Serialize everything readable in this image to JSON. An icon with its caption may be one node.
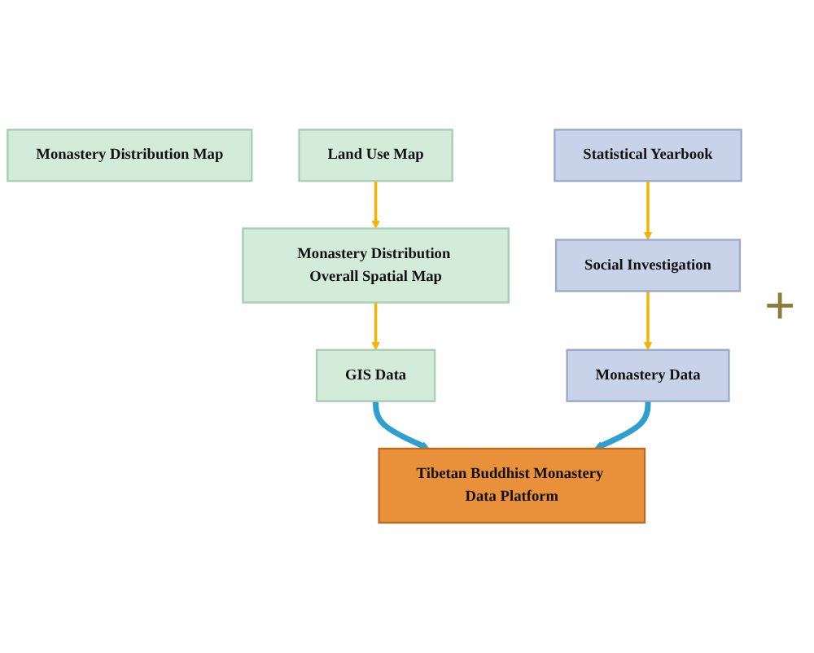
{
  "diagram": {
    "nodes": [
      {
        "text": [
          "Monastery Distribution Map"
        ]
      },
      {
        "text": [
          "Land Use Map"
        ]
      },
      {
        "text": [
          "Statistical Yearbook"
        ]
      },
      {
        "text": [
          "Monastery Distribution Overall Spatial Map"
        ]
      },
      {
        "text": [
          "Social Investigation"
        ]
      },
      {
        "text": [
          "GIS Data"
        ]
      },
      {
        "text": [
          "Monastery Data"
        ]
      },
      {
        "text": [
          "Tibetan Buddhist Monastery Data Platform"
        ]
      }
    ],
    "edges": [
      {
        "from": 1,
        "to": 3,
        "arrow": "to"
      },
      {
        "from": 3,
        "to": 5,
        "arrow": "to"
      },
      {
        "from": 2,
        "to": 4,
        "arrow": "to"
      },
      {
        "from": 4,
        "to": 6,
        "arrow": "to"
      },
      {
        "from": 5,
        "to": 7,
        "arrow": "to",
        "style": "thick",
        "color": "#2f9fd0"
      },
      {
        "from": 6,
        "to": 7,
        "arrow": "to",
        "style": "thick",
        "color": "#2f9fd0"
      }
    ],
    "labels": [
      "+"
    ]
  }
}
